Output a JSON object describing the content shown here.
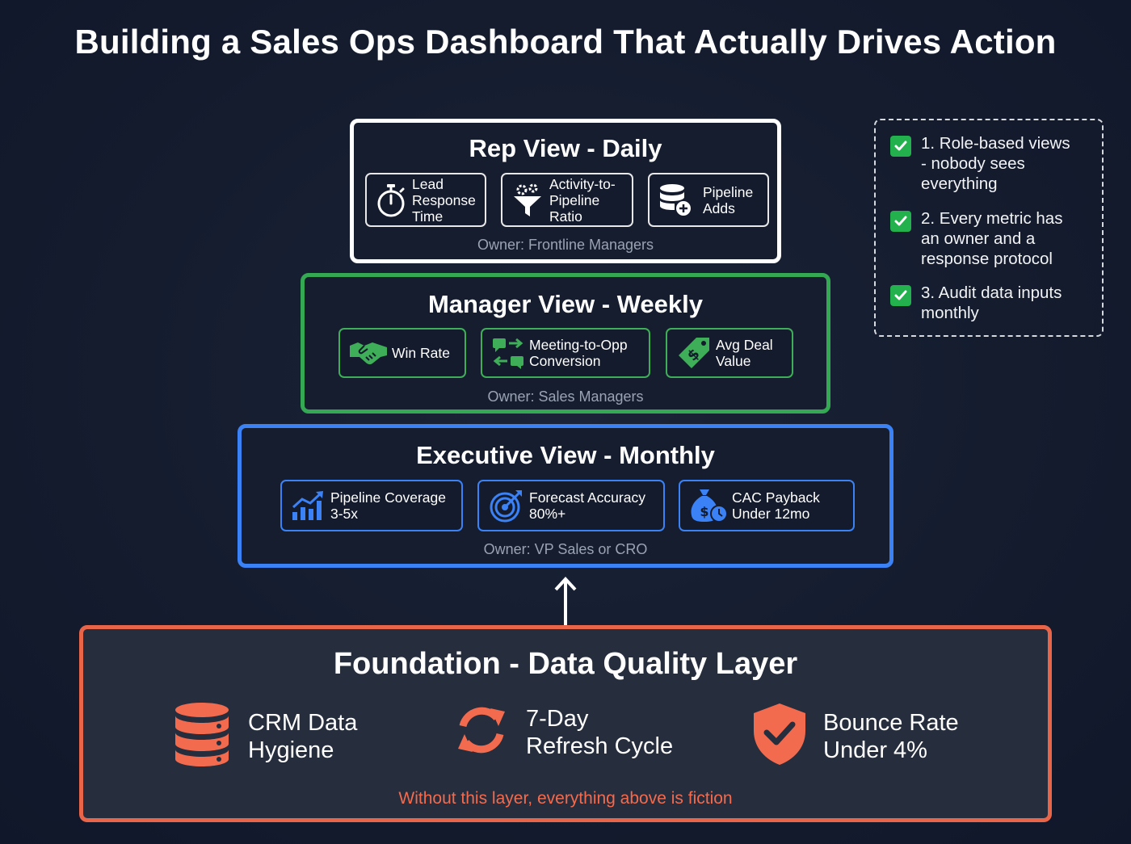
{
  "title": "Building a Sales Ops Dashboard That Actually Drives Action",
  "colors": {
    "rep": "#ffffff",
    "manager": "#34a853",
    "executive": "#3b82f6",
    "foundation": "#e8654a",
    "check": "#22b14c"
  },
  "tiers": {
    "rep": {
      "title": "Rep View - Daily",
      "owner": "Owner: Frontline Managers",
      "metrics": [
        {
          "label": "Lead\nResponse\nTime",
          "icon": "stopwatch-icon"
        },
        {
          "label": "Activity-to-\nPipeline\nRatio",
          "icon": "funnel-gears-icon"
        },
        {
          "label": "Pipeline\nAdds",
          "icon": "database-plus-icon"
        }
      ]
    },
    "manager": {
      "title": "Manager View - Weekly",
      "owner": "Owner: Sales Managers",
      "metrics": [
        {
          "label": "Win Rate",
          "icon": "handshake-icon"
        },
        {
          "label": "Meeting-to-Opp\nConversion",
          "icon": "chat-exchange-icon"
        },
        {
          "label": "Avg Deal\nValue",
          "icon": "price-tag-icon"
        }
      ]
    },
    "executive": {
      "title": "Executive View - Monthly",
      "owner": "Owner: VP Sales or CRO",
      "metrics": [
        {
          "label": "Pipeline Coverage\n3-5x",
          "icon": "growth-chart-icon"
        },
        {
          "label": "Forecast Accuracy\n80%+",
          "icon": "target-icon"
        },
        {
          "label": "CAC Payback\nUnder 12mo",
          "icon": "money-bag-clock-icon"
        }
      ]
    },
    "foundation": {
      "title": "Foundation - Data Quality Layer",
      "items": [
        {
          "label": "CRM Data\nHygiene",
          "icon": "database-icon"
        },
        {
          "label": "7-Day\nRefresh Cycle",
          "icon": "refresh-icon"
        },
        {
          "label": "Bounce Rate\nUnder 4%",
          "icon": "shield-check-icon"
        }
      ],
      "caption": "Without this layer, everything above is fiction"
    }
  },
  "checklist": [
    "1. Role-based views\n- nobody sees\neverything",
    "2. Every metric has\nan owner and a\nresponse protocol",
    "3. Audit data inputs\nmonthly"
  ]
}
